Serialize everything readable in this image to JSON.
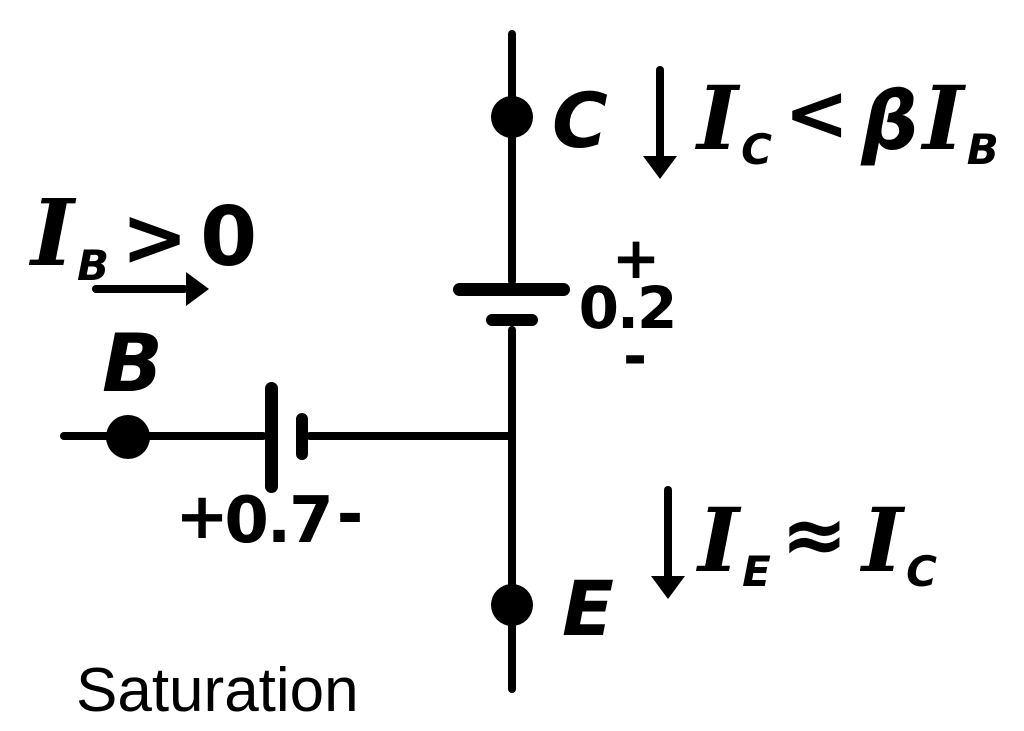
{
  "caption": "Saturation",
  "terminals": {
    "collector": "C",
    "base": "B",
    "emitter": "E"
  },
  "batteries": {
    "vbe": {
      "plus": "+",
      "value": "0.7",
      "minus": "-"
    },
    "vce": {
      "plus": "+",
      "value": "0.2",
      "minus": "-"
    }
  },
  "annotations": {
    "base_current": {
      "base": "I",
      "sub": "B",
      "op": ">",
      "rhs": "0"
    },
    "collector_current": {
      "lhs_base": "I",
      "lhs_sub": "C",
      "op": "<",
      "beta": "β",
      "rhs_base": "I",
      "rhs_sub": "B"
    },
    "emitter_current": {
      "lhs_base": "I",
      "lhs_sub": "E",
      "op": "≈",
      "rhs_base": "I",
      "rhs_sub": "C"
    }
  },
  "colors": {
    "ink": "#000000",
    "background": "#ffffff"
  }
}
